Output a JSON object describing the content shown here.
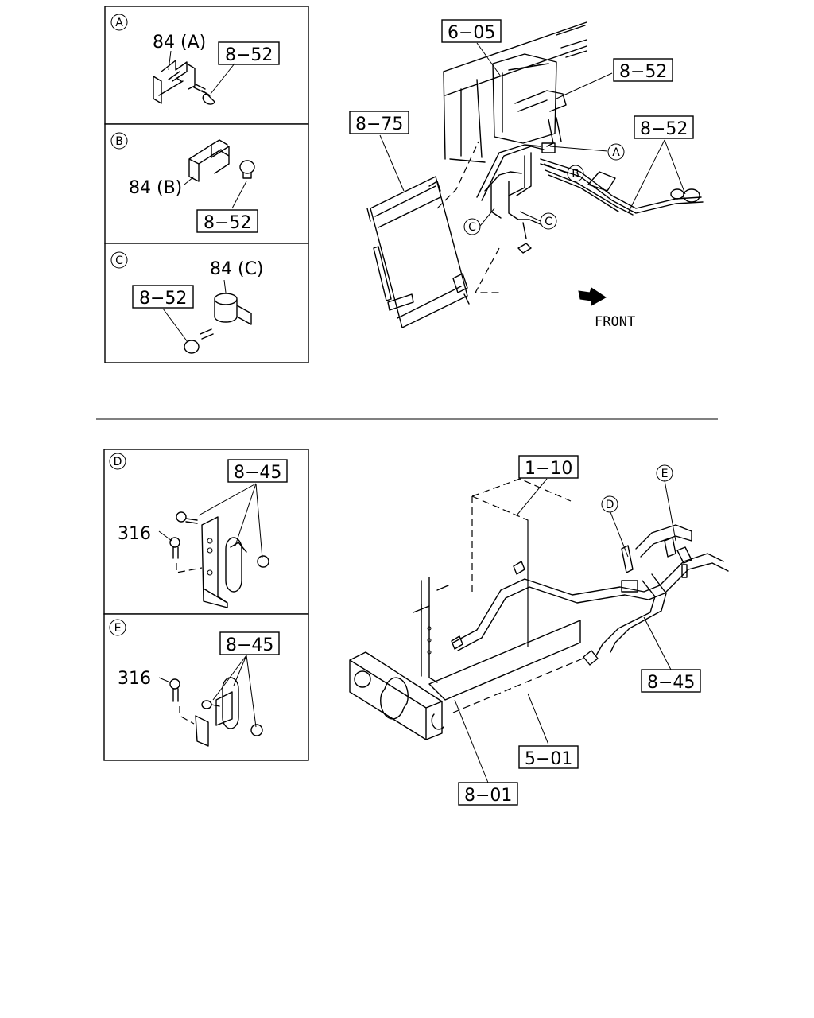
{
  "detail_panels": {
    "A": {
      "letter": "A",
      "part_label": "84 (A)",
      "ref": "8−52"
    },
    "B": {
      "letter": "B",
      "part_label": "84 (B)",
      "ref": "8−52"
    },
    "C": {
      "letter": "C",
      "part_label": "84 (C)",
      "ref": "8−52"
    },
    "D": {
      "letter": "D",
      "part_label": "316",
      "ref": "8−45"
    },
    "E": {
      "letter": "E",
      "part_label": "316",
      "ref": "8−45"
    }
  },
  "top_diagram": {
    "refs": {
      "r605": "6−05",
      "r852a": "8−52",
      "r852b": "8−52",
      "r875": "8−75"
    },
    "callouts": {
      "a": "A",
      "b": "B",
      "c1": "C",
      "c2": "C"
    },
    "front_label": "FRONT"
  },
  "bottom_diagram": {
    "refs": {
      "r110": "1−10",
      "r845": "8−45",
      "r501": "5−01",
      "r801": "8−01"
    },
    "callouts": {
      "d": "D",
      "e": "E"
    }
  }
}
